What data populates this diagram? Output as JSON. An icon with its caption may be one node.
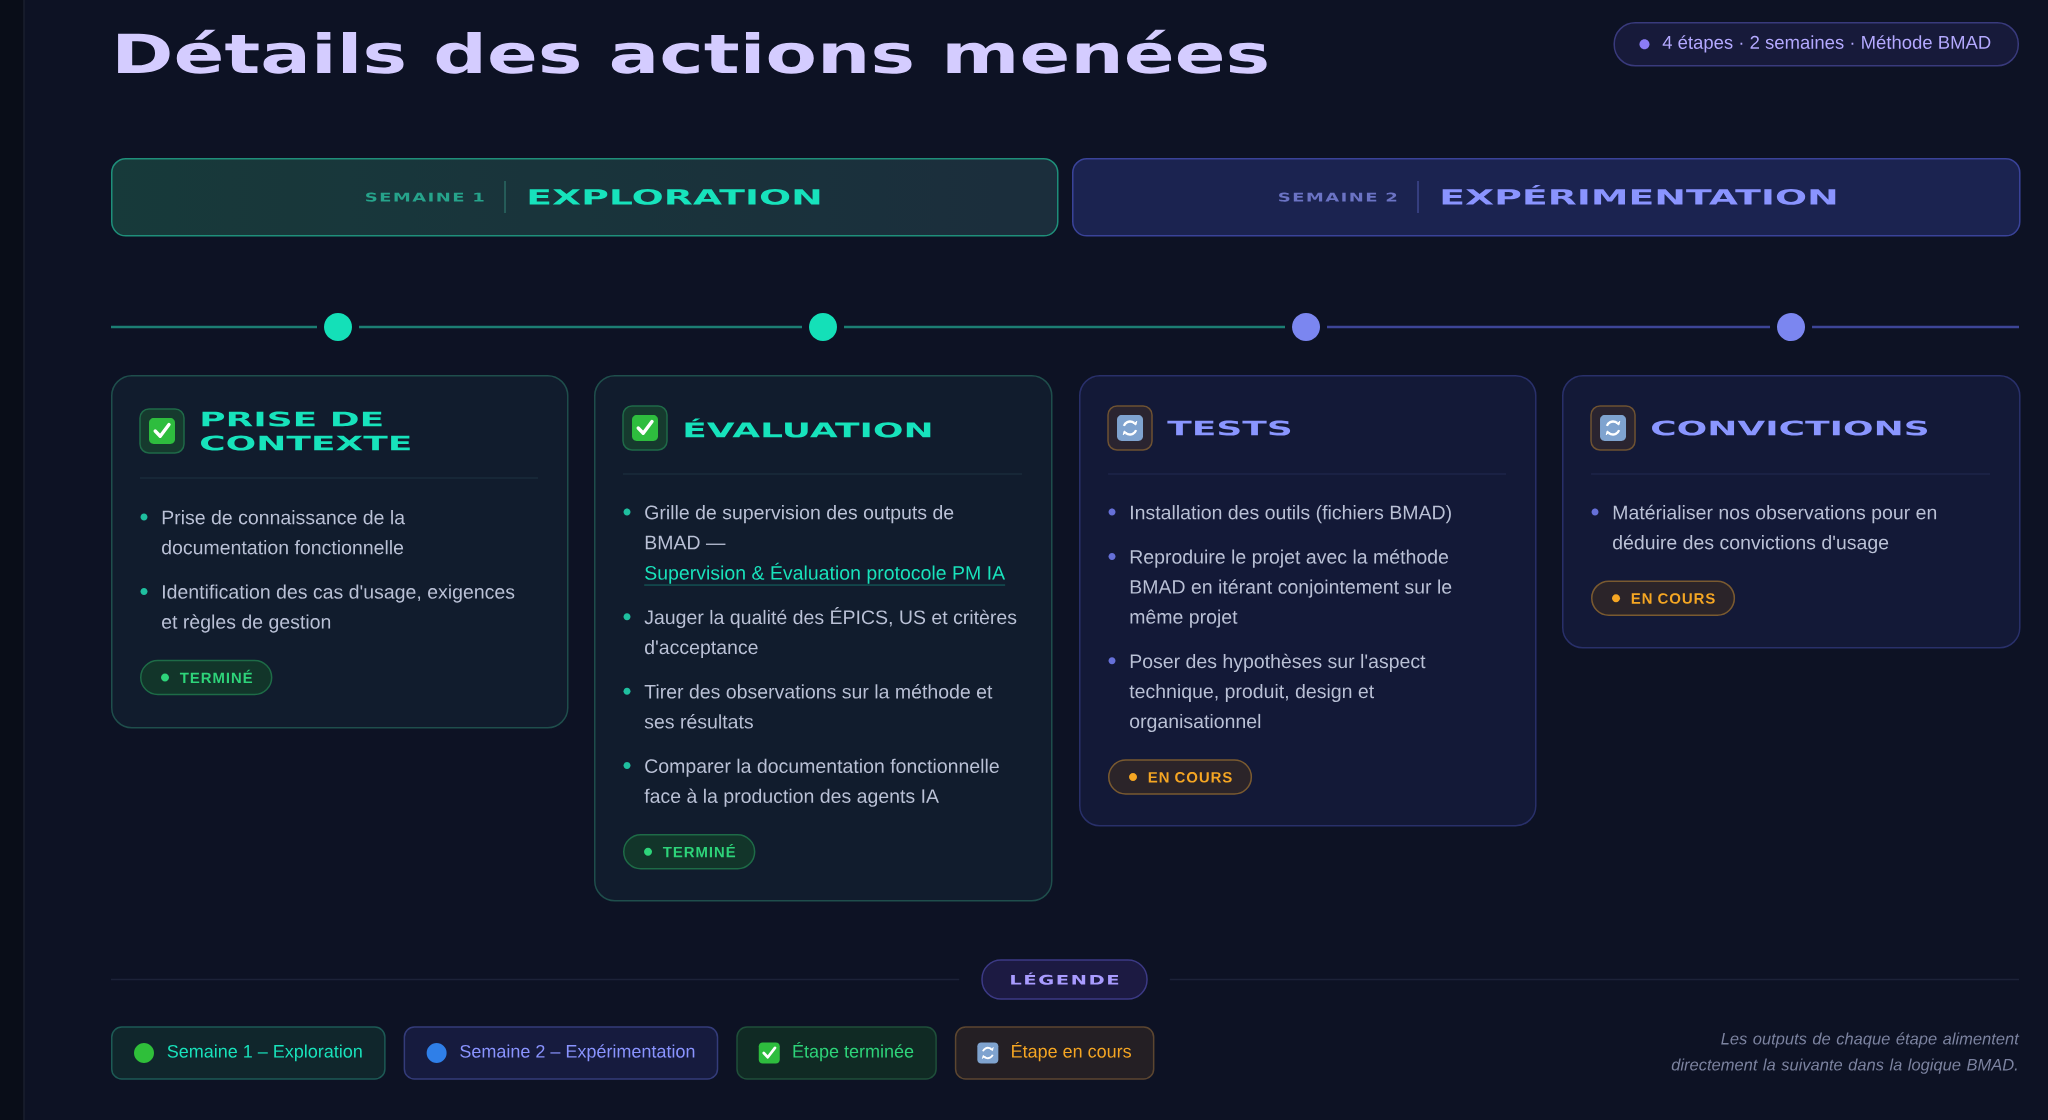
{
  "diagram": {
    "title": "Détails des actions menées",
    "nodes": [
      {
        "text": [
          "4 étapes · 2 semaines · Méthode BMAD"
        ]
      },
      {
        "text": [
          "SEMAINE 1",
          "EXPLORATION"
        ]
      },
      {
        "text": [
          "SEMAINE 2",
          "EXPÉRIMENTATION"
        ]
      },
      {
        "text": [],
        "shape": "circle"
      },
      {
        "text": [],
        "shape": "circle"
      },
      {
        "text": [],
        "shape": "circle"
      },
      {
        "text": [],
        "shape": "circle"
      },
      {
        "text": [
          "PRISE DE CONTEXTE",
          "Prise de connaissance de la documentation fonctionnelle",
          "Identification des cas d'usage, exigences et règles de gestion"
        ]
      },
      {
        "text": [
          "TERMINÉ"
        ],
        "in": 7
      },
      {
        "text": [
          "ÉVALUATION",
          "Grille de supervision des outputs de BMAD —",
          "Supervision & Évaluation protocole PM IA",
          "Jauger la qualité des ÉPICS, US et critères d'acceptance",
          "Tirer des observations sur la méthode et ses résultats",
          "Comparer la documentation fonctionnelle face à la production des agents IA"
        ]
      },
      {
        "text": [
          "TERMINÉ"
        ],
        "in": 9
      },
      {
        "text": [
          "TESTS",
          "Installation des outils (fichiers BMAD)",
          "Reproduire le projet avec la méthode BMAD en itérant conjointement sur le même projet",
          "Poser des hypothèses sur l'aspect technique, produit, design et organisationnel"
        ]
      },
      {
        "text": [
          "EN COURS"
        ],
        "in": 11
      },
      {
        "text": [
          "CONVICTIONS",
          "Matérialiser nos observations pour en déduire des convictions d'usage"
        ]
      },
      {
        "text": [
          "EN COURS"
        ],
        "in": 13
      },
      {
        "text": [
          "LÉGENDE"
        ]
      }
    ],
    "edges": [
      {
        "from": null,
        "to": 3,
        "arrow": "none"
      },
      {
        "from": 3,
        "to": 4,
        "arrow": "none"
      },
      {
        "from": 4,
        "to": 5,
        "arrow": "none"
      },
      {
        "from": 5,
        "to": 6,
        "arrow": "none",
        "color": "#3d4597"
      },
      {
        "from": 6,
        "to": null,
        "arrow": "none",
        "color": "#3d4597"
      }
    ],
    "labels": [
      "Les outputs de chaque étape alimentent directement la suivante dans la logique BMAD."
    ],
    "legend": [
      {
        "text": "Semaine 1 – Exploration",
        "color": "#2fbf3a"
      },
      {
        "text": "Semaine 2 – Expérimentation",
        "color": "#2f7fe8"
      },
      {
        "text": "Étape terminée"
      },
      {
        "text": "Étape en cours"
      }
    ]
  }
}
